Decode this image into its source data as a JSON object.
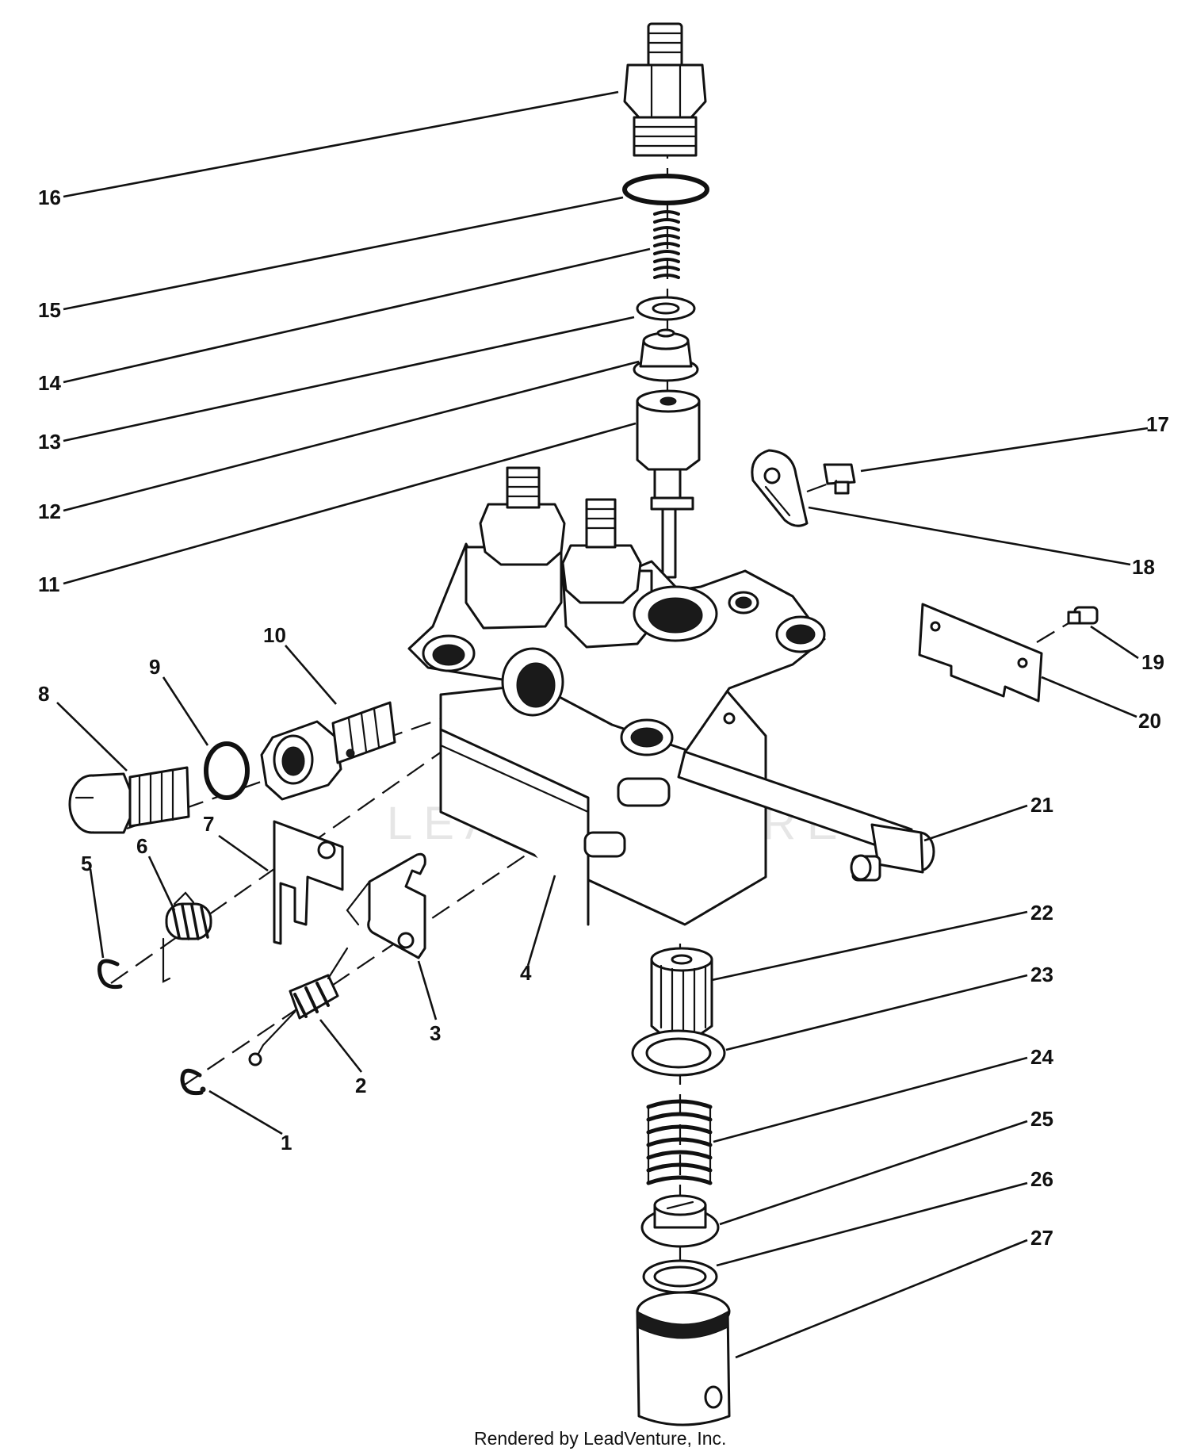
{
  "colors": {
    "ink": "#111111",
    "paper": "#ffffff",
    "watermark": "#e6e6e6"
  },
  "watermark": "LEADVENTURE",
  "footer": "Rendered by LeadVenture, Inc.",
  "callouts": [
    {
      "id": "1",
      "label": "1"
    },
    {
      "id": "2",
      "label": "2"
    },
    {
      "id": "3",
      "label": "3"
    },
    {
      "id": "4",
      "label": "4"
    },
    {
      "id": "5",
      "label": "5"
    },
    {
      "id": "6",
      "label": "6"
    },
    {
      "id": "7",
      "label": "7"
    },
    {
      "id": "8",
      "label": "8"
    },
    {
      "id": "9",
      "label": "9"
    },
    {
      "id": "10",
      "label": "10"
    },
    {
      "id": "11",
      "label": "11"
    },
    {
      "id": "12",
      "label": "12"
    },
    {
      "id": "13",
      "label": "13"
    },
    {
      "id": "14",
      "label": "14"
    },
    {
      "id": "15",
      "label": "15"
    },
    {
      "id": "16",
      "label": "16"
    },
    {
      "id": "17",
      "label": "17"
    },
    {
      "id": "18",
      "label": "18"
    },
    {
      "id": "19",
      "label": "19"
    },
    {
      "id": "20",
      "label": "20"
    },
    {
      "id": "21",
      "label": "21"
    },
    {
      "id": "22",
      "label": "22"
    },
    {
      "id": "23",
      "label": "23"
    },
    {
      "id": "24",
      "label": "24"
    },
    {
      "id": "25",
      "label": "25"
    },
    {
      "id": "26",
      "label": "26"
    },
    {
      "id": "27",
      "label": "27"
    }
  ]
}
